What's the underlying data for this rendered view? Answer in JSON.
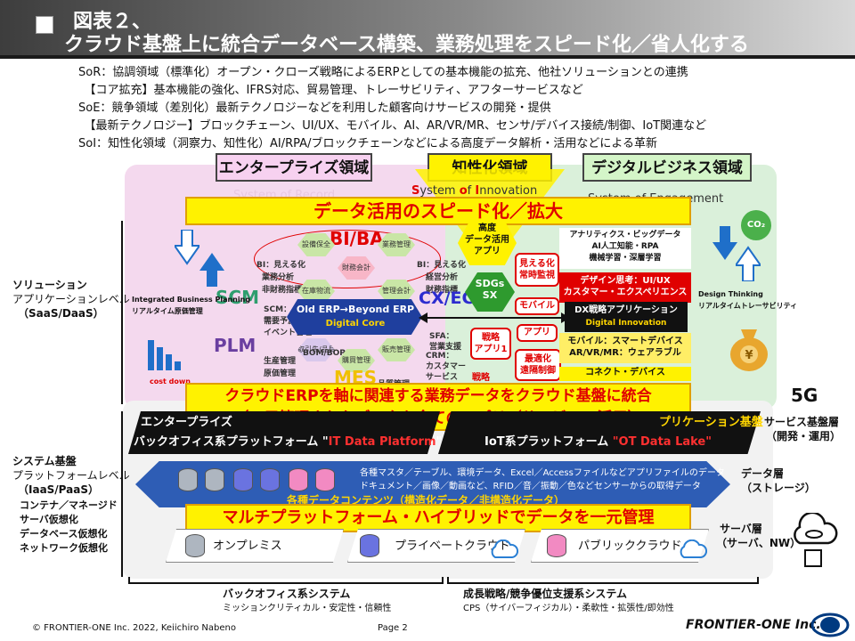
{
  "header": {
    "title_line1": "図表２、",
    "title_line2": "クラウド基盤上に統合データベース構築、業務処理をスピード化／省人化する"
  },
  "intro": [
    "SoR：協調領域（標準化）オープン・クローズ戦略によるERPとしての基本機能の拡充、他社ソリューションとの連携",
    "　【コア拡充】基本機能の強化、IFRS対応、貿易管理、トレーサビリティ、アフターサービスなど",
    "SoE：競争領域（差別化）最新テクノロジーなどを利用した顧客向けサービスの開発・提供",
    "　【最新テクノロジー】ブロックチェーン、UI/UX、モバイル、AI、AR/VR/MR、センサ/デバイス接続/制御、IoT関連など",
    "SoI：知性化領域（洞察力、知性化）AI/RPA/ブロックチェーンなどによる高度データ解析・活用などによる革新"
  ],
  "domains": {
    "enterprise": "エンタープライズ領域",
    "intelligence": "知性化領域",
    "digital": "デジタルビジネス領域"
  },
  "systems": {
    "sor": "System of Record",
    "soi_prefix": "S",
    "soi_mid1": "ystem ",
    "soi_o": "o",
    "soi_mid2": "f ",
    "soi_i": "I",
    "soi_rest": "nnovation",
    "soe": "System of Engagement"
  },
  "banners": {
    "speed": "データ活用のスピード化／拡大",
    "cloud1": "クラウドERPを軸に関連する業務データをクラウド基盤に統合",
    "cloud2": "（一元管理されたデータを全てのアプリ／サービスで活用）",
    "multi": "マルチプラットフォーム・ハイブリッドでデータを一元管理"
  },
  "left_labels": {
    "solution": [
      "ソリューション",
      "アプリケーションレベル",
      "（SaaS/DaaS）"
    ],
    "system": [
      "システム基盤",
      "プラットフォームレベル",
      "（IaaS/PaaS）",
      "コンテナ／マネージド",
      "サーバ仮想化",
      "データベース仮想化",
      "ネットワーク仮想化"
    ]
  },
  "right_labels": {
    "service": [
      "サービス基盤層",
      "（開発・運用）"
    ],
    "data": [
      "データ層",
      "（ストレージ）"
    ],
    "server": [
      "サーバ層",
      "（サーバ、NW）"
    ],
    "fiveg": "5G"
  },
  "left_panel": {
    "bi_ba": "BI/BA",
    "scm": "SCM",
    "plm": "PLM",
    "mes": "MES",
    "integrated": "Integrated Business Planning",
    "realtime_cost": "リアルタイム原価管理",
    "cost_down": "cost down",
    "bi_left": "BI：見える化",
    "bi_right": "BI：見える化",
    "rows_left": [
      "業務分析",
      "非財務指標"
    ],
    "rows_right": [
      "経営分析",
      "財務指標"
    ],
    "scm_lines": [
      "SCM：",
      "需要予測",
      "イベント管理"
    ],
    "hexes": [
      "設備保全",
      "業務管理",
      "在庫物流",
      "財務会計",
      "管理会計",
      "取引先/品目",
      "BOM/BOP",
      "購買管理",
      "販売管理",
      "生産管理",
      "原価管理",
      "品質管理"
    ]
  },
  "core": {
    "line1": "Old ERP→Beyond ERP",
    "line2": "Digital Core",
    "cxec": "CX/EC",
    "sfa": [
      "SFA：",
      "営業支援"
    ],
    "crm": [
      "CRM：",
      "カスタマー",
      "サービス"
    ]
  },
  "middle": {
    "advanced": [
      "高度",
      "データ活用",
      "アプリ"
    ],
    "sdgs": [
      "SDGs",
      "SX"
    ],
    "visible": [
      "見える化",
      "常時監視"
    ],
    "mobile": "モバイル",
    "strategy": [
      "戦略",
      "アプリ1"
    ],
    "app": "アプリ",
    "optimize": [
      "最適化",
      "遠隔制御"
    ],
    "cut": "戦略"
  },
  "right_panel": {
    "analytics": [
      "アナリティクス・ビッグデータ",
      "AI人工知能・RPA",
      "機械学習・深層学習"
    ],
    "design": [
      "デザイン思考：UI/UX",
      "カスタマー・エクスペリエンス"
    ],
    "dx_top": "DX戦略アプリケーション",
    "dx_bottom": "Digital Innovation",
    "mobile": [
      "モバイル：スマートデバイス",
      "AR/VR/MR：ウェアラブル"
    ],
    "connect": "コネクト・デバイス",
    "design_thinking": "Design Thinking",
    "traceability": "リアルタイムトレーサビリティ",
    "co2": "CO₂"
  },
  "platform": {
    "left_top": "エンタープライズ",
    "right_top": "プリケーション基盤",
    "left": "バックオフィス系プラットフォーム",
    "left_q1": "\"",
    "left_key": "IT Data Platform",
    "left_q2": "\"",
    "right": "IoT系プラットフォーム",
    "right_key": "\"OT Data Lake\""
  },
  "data_layer": {
    "line1": "各種マスタ／テーブル、環境データ、Excel／Accessファイルなどアプリファイルのデータ",
    "line2": "ドキュメント／画像／動画など、RFID／音／振動／色などセンサーからの取得データ",
    "contents": "各種データコンテンツ（構造化データ／非構造化データ）"
  },
  "servers": {
    "onprem": "オンプレミス",
    "private": "プライベートクラウド",
    "public": "パブリッククラウド"
  },
  "bottom": {
    "left_title": "バックオフィス系システム",
    "left_sub": "ミッションクリティカル・安定性・信頼性",
    "right_title": "成長戦略/競争優位支援系システム",
    "right_sub": "CPS（サイバーフィジカル）・柔軟性・拡張性/即効性"
  },
  "footer": {
    "copyright": "© FRONTIER-ONE Inc. 2022,  Keiichiro  Nabeno",
    "page": "Page 2",
    "logo": "FRONTIER-ONE Inc."
  },
  "colors": {
    "yellow": "#fff200",
    "red": "#e00000",
    "navy": "#003a80",
    "green": "#2e9e6e"
  }
}
